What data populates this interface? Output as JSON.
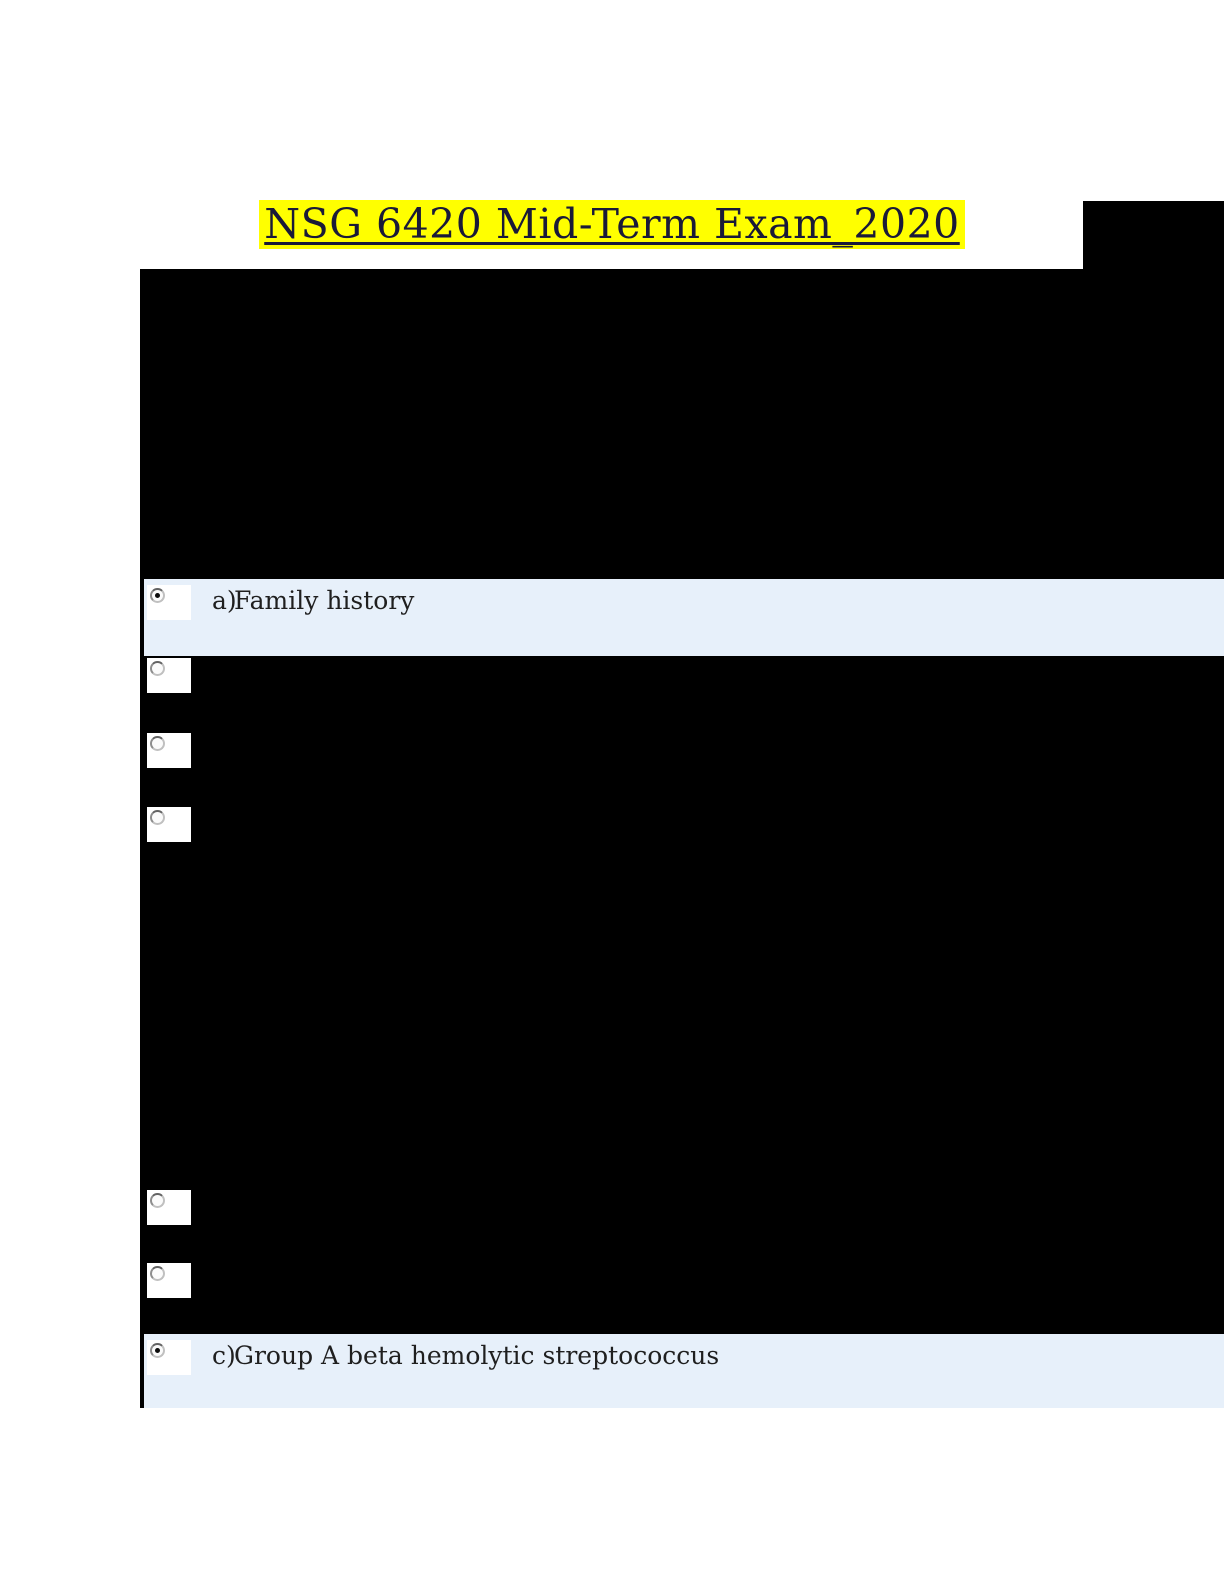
{
  "page": {
    "title": "NSG 6420 Mid-Term Exam_2020"
  },
  "colors": {
    "title_highlight": "#ffff00",
    "title_text": "#1a1a38",
    "redaction": "#000000",
    "answer_row_background": "#e7f0fa",
    "body_text": "#1f1f1f"
  },
  "options": {
    "a": {
      "label": "a)",
      "text": "Family history",
      "selected": true
    },
    "c": {
      "label": "c)",
      "text": "Group A beta hemolytic streptococcus",
      "selected": true
    }
  },
  "redacted_option_count": 5
}
